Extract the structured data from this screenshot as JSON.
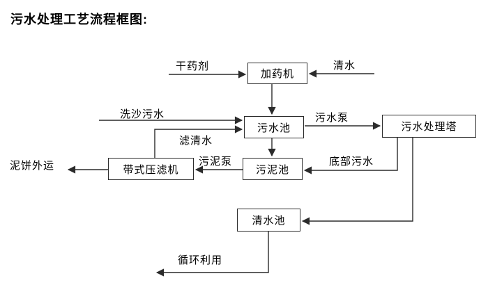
{
  "title": "污水处理工艺流程框图:",
  "nodes": {
    "dosing_machine": {
      "label": "加药机"
    },
    "sewage_pool": {
      "label": "污水池"
    },
    "treatment_tower": {
      "label": "污水处理塔"
    },
    "sludge_pool": {
      "label": "污泥池"
    },
    "belt_filter_press": {
      "label": "带式压滤机"
    },
    "clean_water_pool": {
      "label": "清水池"
    }
  },
  "flow_labels": {
    "dry_agent": "干药剂",
    "clean_water": "清水",
    "sand_washing_sewage": "洗沙污水",
    "sewage_pump": "污水泵",
    "filtered_water": "滤清水",
    "sludge_pump": "污泥泵",
    "bottom_sewage": "底部污水",
    "mud_cake_outbound": "泥饼外运",
    "recycling": "循环利用"
  },
  "colors": {
    "line": "#2b2b2b",
    "text": "#000000",
    "background": "#ffffff"
  }
}
